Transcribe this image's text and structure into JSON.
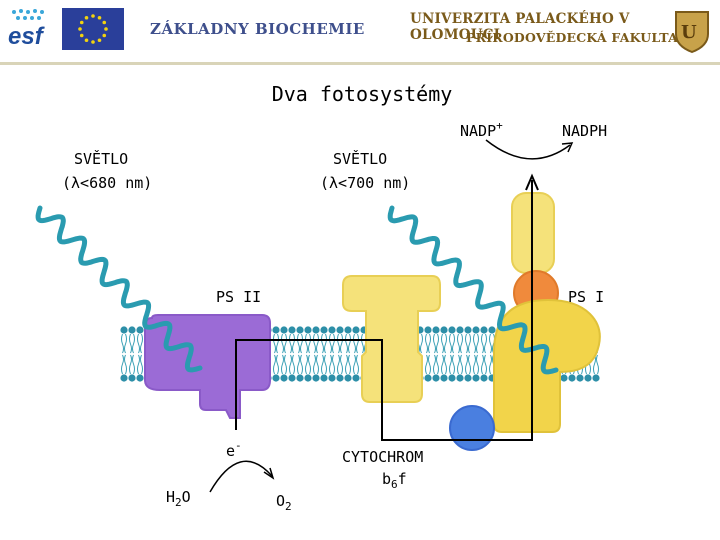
{
  "header": {
    "esf_logo_text": "esf",
    "org_left": "ZÁKLADNY BIOCHEMIE",
    "org_right_line1": "UNIVERZITA PALACKÉHO V OLOMOUCI",
    "org_right_line2": "PŘÍRODOVĚDECKÁ FAKULTA"
  },
  "title": "Dva fotosystémy",
  "labels": {
    "light_left": "SVĚTLO",
    "light_left_wavelength": "(λ<680 nm)",
    "light_right": "SVĚTLO",
    "light_right_wavelength": "(λ<700 nm)",
    "ps2": "PS II",
    "ps1": "PS I",
    "nadp": "NADP",
    "nadp_sup": "+",
    "nadph": "NADPH",
    "electron": "e",
    "electron_sup": "-",
    "water_h": "H",
    "water_sub": "2",
    "water_o": "O",
    "oxygen": "O",
    "oxygen_sub": "2",
    "cytochrom": "CYTOCHROM",
    "cyt_b": "b",
    "cyt_sub": "6",
    "cyt_f": "f"
  },
  "colors": {
    "ps2": "#9b6bd6",
    "cytochrome": "#f5e27a",
    "ps1": "#f2d44a",
    "ps1_center": "#f08a3c",
    "plastocyanin": "#4a7fe0",
    "light_wave": "#2a9bb0",
    "membrane_head": "#2d8fa8"
  }
}
